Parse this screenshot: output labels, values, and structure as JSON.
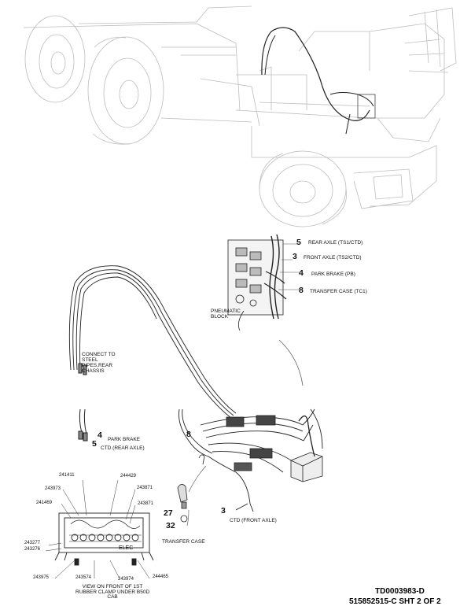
{
  "callouts": {
    "rear_axle": {
      "num": "5",
      "label": "REAR AXLE (TS1/CTD)"
    },
    "front_axle": {
      "num": "3",
      "label": "FRONT AXLE (TS2/CTD)"
    },
    "park_brake": {
      "num": "4",
      "label": "PARK BRAKE (PB)"
    },
    "transfer_case": {
      "num": "8",
      "label": "TRANSFER CASE (TC1)"
    },
    "pneumatic_block": "PNEUMATIC\nBLOCK",
    "connect_note": "CONNECT TO\nSTEEL\nPIPES,REAR\nCHASSIS",
    "lower_left": {
      "num_a": "4",
      "num_b": "5",
      "label_a": "PARK BRAKE",
      "label_b": "CTD (REAR AXLE)"
    },
    "center": {
      "num": "8"
    },
    "transfer_lower": {
      "num_a": "27",
      "num_b": "32",
      "label": "TRANSFER CASE"
    },
    "ctd_front": {
      "num": "3",
      "label": "CTD (FRONT AXLE)"
    }
  },
  "clamp_view": {
    "caption": "VIEW ON FRONT OF 1ST\nRUBBER CLAMP UNDER B50D\nCAB",
    "elec": "ELEC",
    "parts": {
      "p241411": "241411",
      "p244429": "244429",
      "p243973": "243973",
      "p243871a": "243871",
      "p241469": "241469",
      "p243871b": "243871",
      "p243277": "243277",
      "p243276": "243276",
      "p243975": "243975",
      "p243574": "243574",
      "p243974": "243974",
      "p244465": "244465"
    }
  },
  "footer": {
    "drawing_id": "TD0003983-D",
    "sheet": "515852515-C SHT 2 OF 2"
  }
}
